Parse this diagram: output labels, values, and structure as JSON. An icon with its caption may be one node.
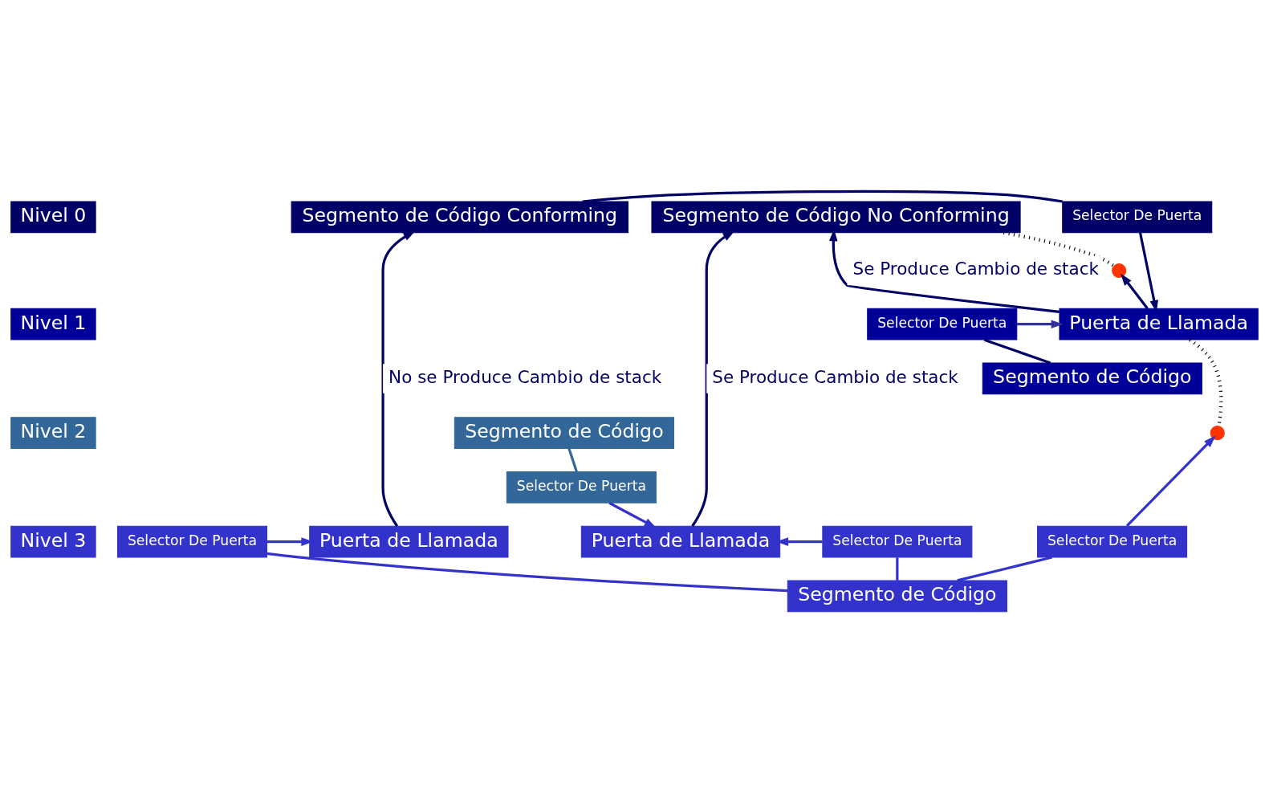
{
  "diagram": {
    "nodes": [
      {
        "text": [
          "Nivel 0"
        ]
      },
      {
        "text": [
          "Nivel 1"
        ]
      },
      {
        "text": [
          "Nivel 2"
        ]
      },
      {
        "text": [
          "Nivel 3"
        ]
      },
      {
        "text": [
          "Segmento de Código Conforming"
        ]
      },
      {
        "text": [
          "Selector De Puerta"
        ]
      },
      {
        "text": [
          "Segmento de Código No Conforming"
        ]
      },
      {
        "text": [
          "Selector De Puerta"
        ]
      },
      {
        "text": [
          "Puerta de Llamada"
        ]
      },
      {
        "text": [
          "Segmento de Código"
        ]
      },
      {
        "text": [
          "Segmento de Código"
        ]
      },
      {
        "text": [
          "Selector De Puerta"
        ]
      },
      {
        "text": [
          "Puerta de Llamada"
        ]
      },
      {
        "text": [
          "Selector De Puerta"
        ]
      },
      {
        "text": [
          "Selector De Puerta"
        ]
      },
      {
        "text": [
          "Selector De Puerta"
        ]
      },
      {
        "text": [
          "Puerta de Llamada"
        ]
      },
      {
        "text": [
          "Segmento de Código"
        ]
      },
      {
        "text": [],
        "shape": "cross"
      },
      {
        "text": [],
        "shape": "cross"
      }
    ],
    "edges": [
      {
        "from": 4,
        "to": 5,
        "arrow": "none"
      },
      {
        "from": 5,
        "to": 8,
        "arrow": "to"
      },
      {
        "from": 8,
        "to": 18,
        "arrow": "to"
      },
      {
        "from": 18,
        "to": 6,
        "arrow": "none",
        "style": "dashed",
        "color": "#000000"
      },
      {
        "from": 8,
        "to": 6,
        "arrow": "to",
        "label": "Se Produce Cambio de stack"
      },
      {
        "from": 7,
        "to": 8,
        "arrow": "to",
        "color": "#333399"
      },
      {
        "from": 7,
        "to": 9,
        "arrow": "none"
      },
      {
        "from": 12,
        "to": 4,
        "arrow": "to",
        "label": "No se Produce Cambio de stack"
      },
      {
        "from": 13,
        "to": 12,
        "arrow": "to",
        "color": "#3333cc"
      },
      {
        "from": 13,
        "to": 17,
        "arrow": "none",
        "color": "#3333cc"
      },
      {
        "from": 14,
        "to": 17,
        "arrow": "none",
        "color": "#3333cc"
      },
      {
        "from": 15,
        "to": 17,
        "arrow": "none",
        "color": "#3333cc"
      },
      {
        "from": 14,
        "to": 19,
        "arrow": "to",
        "color": "#3333cc"
      },
      {
        "from": 8,
        "to": 19,
        "arrow": "none",
        "style": "dashed",
        "color": "#000000"
      },
      {
        "from": 10,
        "to": 11,
        "arrow": "none",
        "color": "#336699"
      },
      {
        "from": 11,
        "to": 16,
        "arrow": "to",
        "color": "#3333cc"
      },
      {
        "from": 15,
        "to": 16,
        "arrow": "to",
        "color": "#3333cc"
      },
      {
        "from": 16,
        "to": 6,
        "arrow": "to",
        "label": "Se Produce Cambio de stack"
      }
    ]
  }
}
